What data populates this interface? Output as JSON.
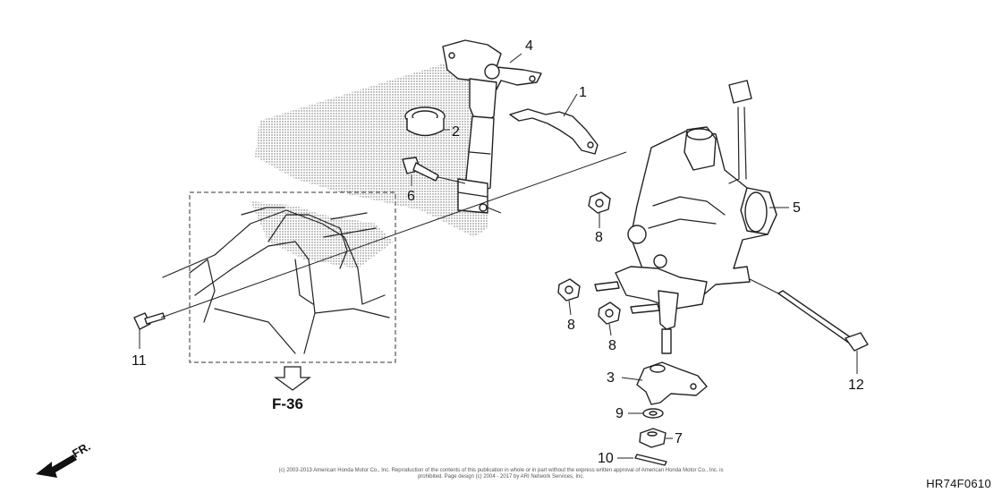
{
  "diagram": {
    "callouts": [
      {
        "id": "1",
        "label": "1"
      },
      {
        "id": "2",
        "label": "2"
      },
      {
        "id": "3",
        "label": "3"
      },
      {
        "id": "4",
        "label": "4"
      },
      {
        "id": "5",
        "label": "5"
      },
      {
        "id": "6",
        "label": "6"
      },
      {
        "id": "7",
        "label": "7"
      },
      {
        "id": "8a",
        "label": "8"
      },
      {
        "id": "8b",
        "label": "8"
      },
      {
        "id": "8c",
        "label": "8"
      },
      {
        "id": "9",
        "label": "9"
      },
      {
        "id": "10",
        "label": "10"
      },
      {
        "id": "11",
        "label": "11"
      },
      {
        "id": "12",
        "label": "12"
      }
    ],
    "reference_label": "F-36",
    "direction_label": "FR.",
    "copyright": "(c) 2003-2013 American Honda Motor Co., Inc. Reproduction of the contents of this publication in whole or in part without the express written approval of American Honda Motor Co., Inc. is prohibited. Page design (c) 2004 - 2017 by ARI Network Services, Inc.",
    "diagram_code": "HR74F0610"
  }
}
